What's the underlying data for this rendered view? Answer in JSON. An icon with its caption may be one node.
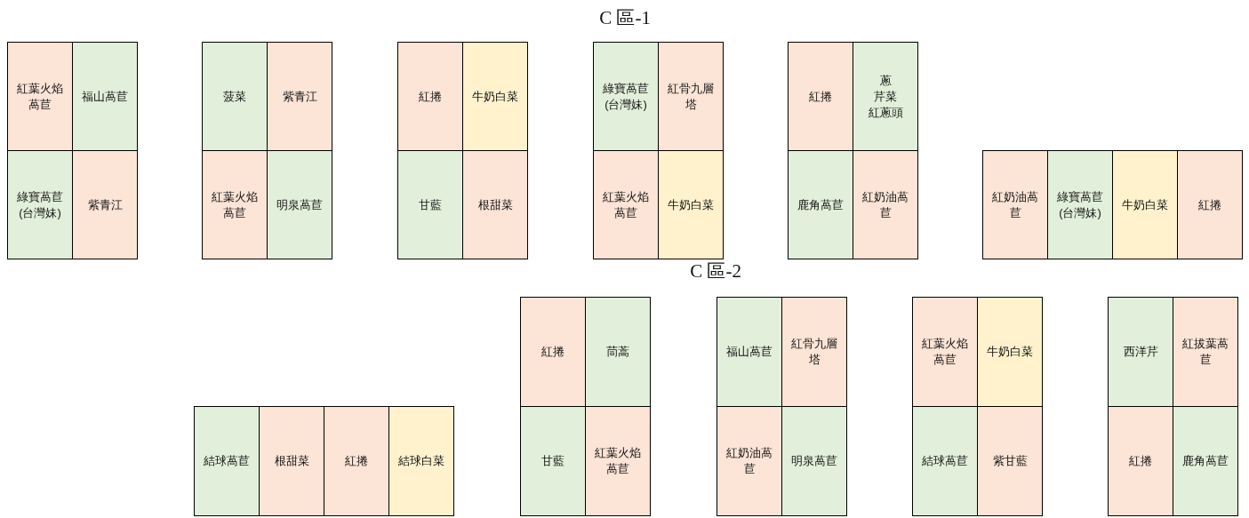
{
  "diagram": {
    "nodes": [
      {
        "text": [
          "紅葉火焰萵苣"
        ]
      },
      {
        "text": [
          "福山萵苣"
        ]
      },
      {
        "text": [
          "綠寶萵苣(台灣妹)"
        ]
      },
      {
        "text": [
          "紫青江"
        ]
      },
      {
        "text": [
          "菠菜"
        ]
      },
      {
        "text": [
          "紫青江"
        ]
      },
      {
        "text": [
          "紅葉火焰萵苣"
        ]
      },
      {
        "text": [
          "明泉萵苣"
        ]
      },
      {
        "text": [
          "紅捲"
        ]
      },
      {
        "text": [
          "牛奶白菜"
        ]
      },
      {
        "text": [
          "甘藍"
        ]
      },
      {
        "text": [
          "根甜菜"
        ]
      },
      {
        "text": [
          "綠寶萵苣(台灣妹)"
        ]
      },
      {
        "text": [
          "紅骨九層塔"
        ]
      },
      {
        "text": [
          "紅葉火焰萵苣"
        ]
      },
      {
        "text": [
          "牛奶白菜"
        ]
      },
      {
        "text": [
          "紅捲"
        ]
      },
      {
        "text": [
          "蔥",
          "芹菜",
          "紅蔥頭"
        ]
      },
      {
        "text": [
          "鹿角萵苣"
        ]
      },
      {
        "text": [
          "紅奶油萵苣"
        ]
      },
      {
        "text": [
          "紅奶油萵苣"
        ]
      },
      {
        "text": [
          "綠寶萵苣(台灣妹)"
        ]
      },
      {
        "text": [
          "牛奶白菜"
        ]
      },
      {
        "text": [
          "紅捲"
        ]
      },
      {
        "text": [
          "結球萵苣"
        ]
      },
      {
        "text": [
          "根甜菜"
        ]
      },
      {
        "text": [
          "紅捲"
        ]
      },
      {
        "text": [
          "結球白菜"
        ]
      },
      {
        "text": [
          "紅捲"
        ]
      },
      {
        "text": [
          "茼蒿"
        ]
      },
      {
        "text": [
          "甘藍"
        ]
      },
      {
        "text": [
          "紅葉火焰萵苣"
        ]
      },
      {
        "text": [
          "福山萵苣"
        ]
      },
      {
        "text": [
          "紅骨九層塔"
        ]
      },
      {
        "text": [
          "紅奶油萵苣"
        ]
      },
      {
        "text": [
          "明泉萵苣"
        ]
      },
      {
        "text": [
          "紅葉火焰萵苣"
        ]
      },
      {
        "text": [
          "牛奶白菜"
        ]
      },
      {
        "text": [
          "結球萵苣"
        ]
      },
      {
        "text": [
          "紫甘藍"
        ]
      },
      {
        "text": [
          "西洋芹"
        ]
      },
      {
        "text": [
          "紅拔葉萵苣"
        ]
      },
      {
        "text": [
          "紅捲"
        ]
      },
      {
        "text": [
          "鹿角萵苣"
        ]
      }
    ],
    "labels": [
      "C 區-1",
      "C 區-2"
    ]
  }
}
